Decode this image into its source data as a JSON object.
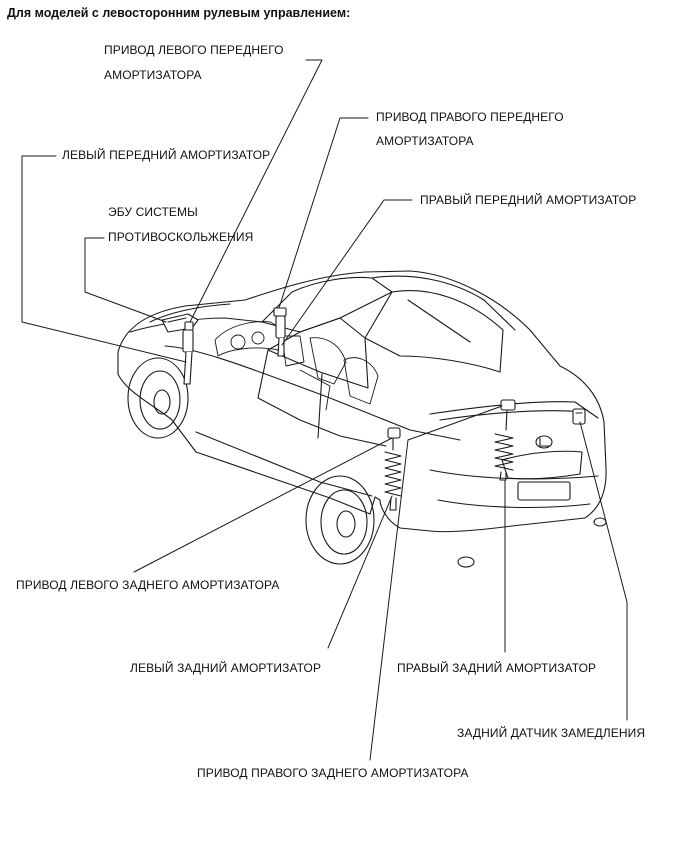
{
  "header": "Для моделей с левосторонним рулевым управлением:",
  "labels": {
    "lf_actuator_1": "ПРИВОД ЛЕВОГО ПЕРЕДНЕГО",
    "lf_actuator_2": "АМОРТИЗАТОРА",
    "rf_actuator_1": "ПРИВОД ПРАВОГО ПЕРЕДНЕГО",
    "rf_actuator_2": "АМОРТИЗАТОРА",
    "lf_absorber": "ЛЕВЫЙ ПЕРЕДНИЙ АМОРТИЗАТОР",
    "rf_absorber": "ПРАВЫЙ ПЕРЕДНИЙ АМОРТИЗАТОР",
    "ecu_1": "ЭБУ СИСТЕМЫ",
    "ecu_2": "ПРОТИВОСКОЛЬЖЕНИЯ",
    "lr_actuator": "ПРИВОД ЛЕВОГО ЗАДНЕГО АМОРТИЗАТОРА",
    "lr_absorber": "ЛЕВЫЙ ЗАДНИЙ АМОРТИЗАТОР",
    "rr_absorber": "ПРАВЫЙ ЗАДНИЙ АМОРТИЗАТОР",
    "rear_decel_sensor": "ЗАДНИЙ ДАТЧИК ЗАМЕДЛЕНИЯ",
    "rr_actuator": "ПРИВОД ПРАВОГО ЗАДНЕГО АМОРТИЗАТОРА"
  }
}
